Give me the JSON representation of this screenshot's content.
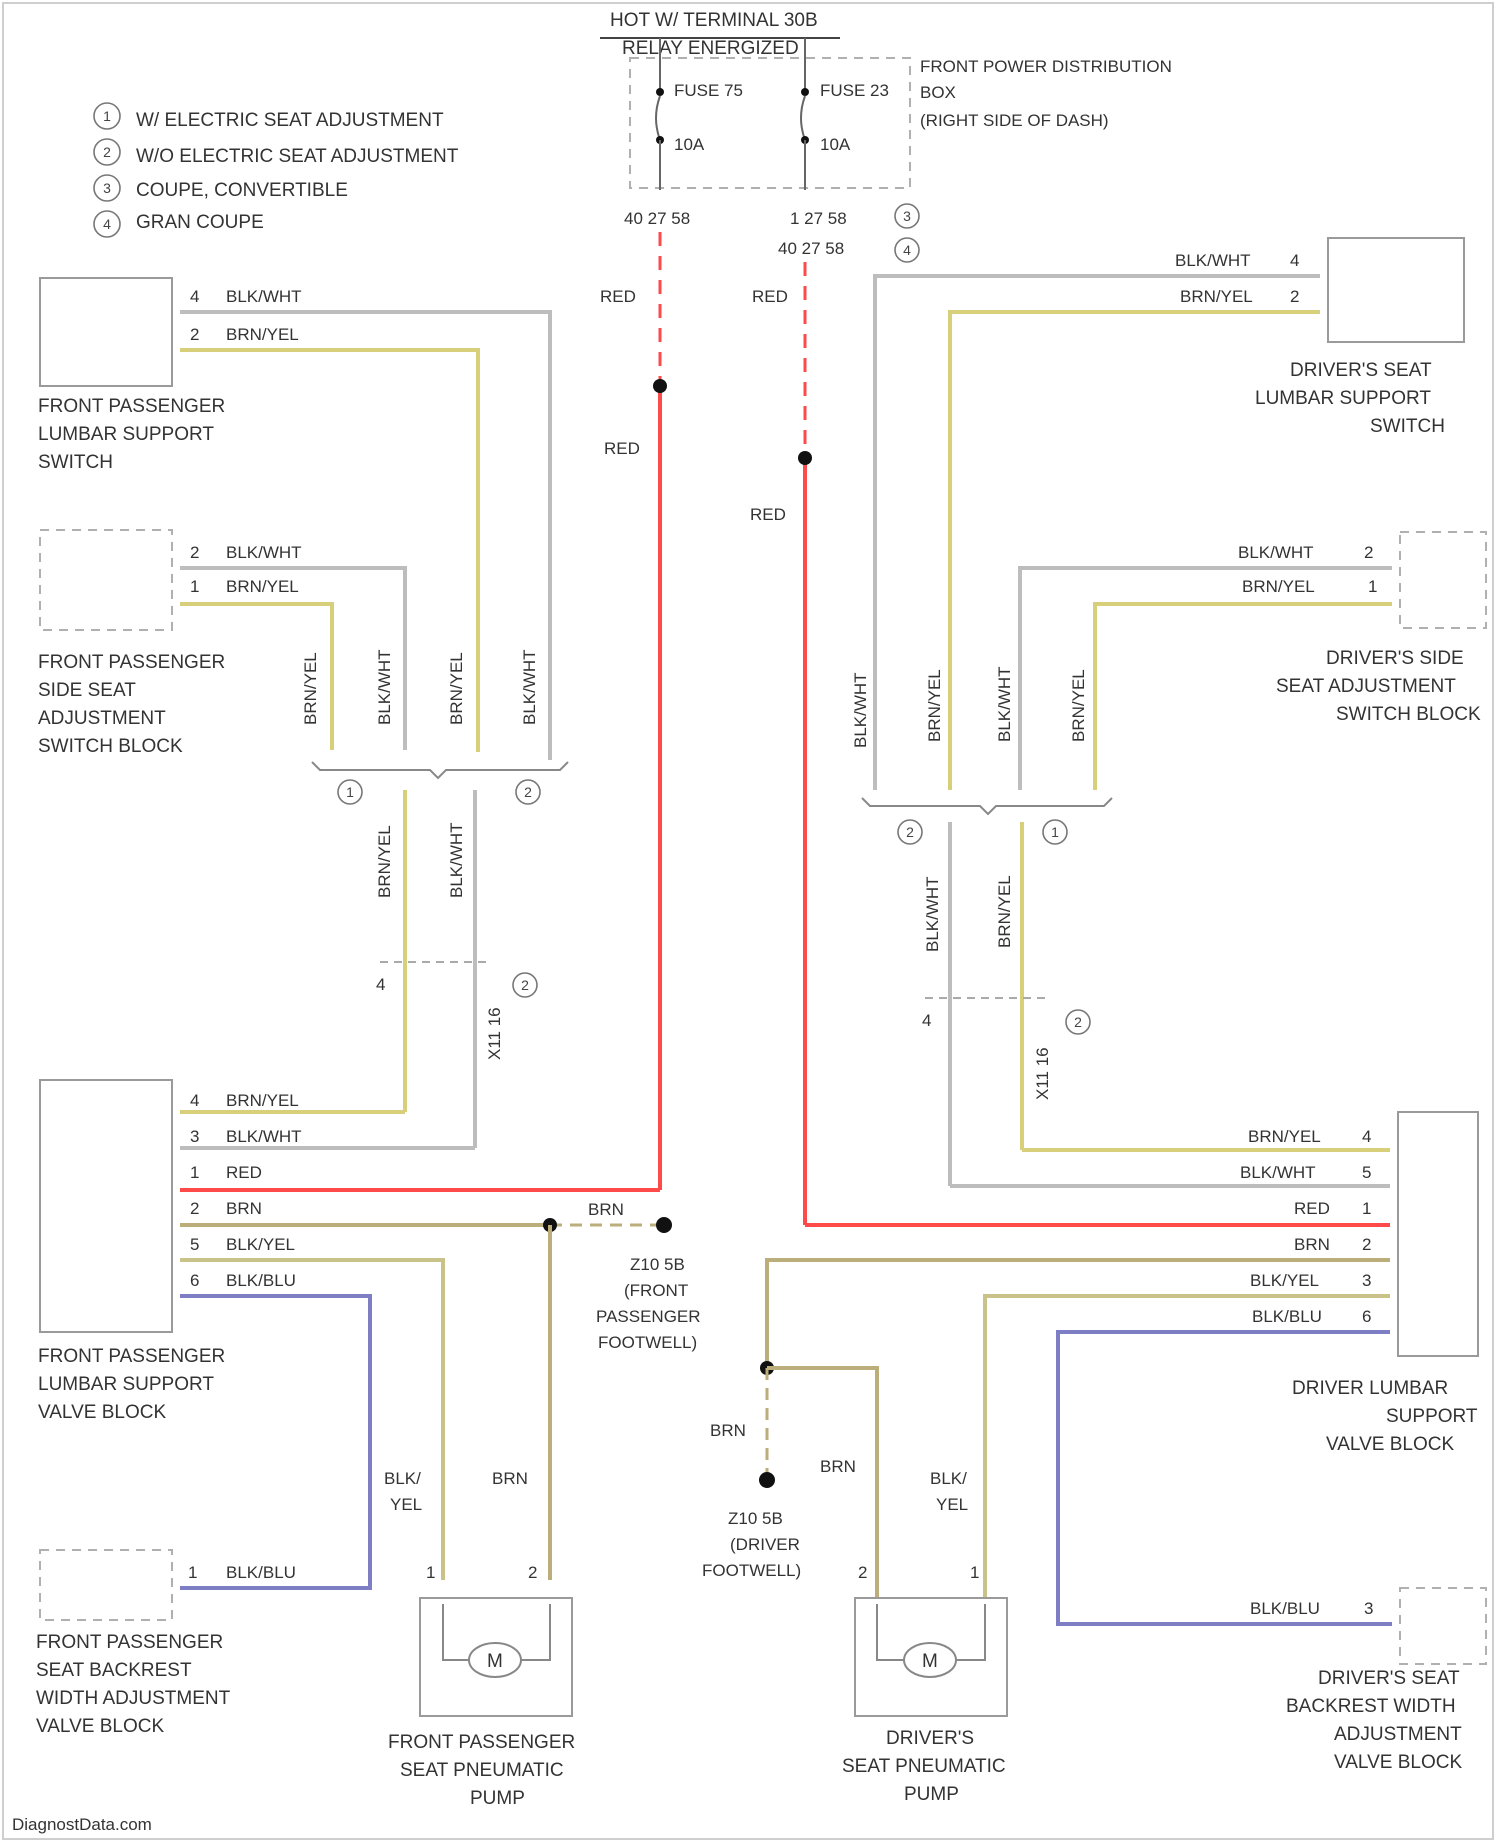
{
  "colors": {
    "red": "#ff4a4a",
    "brn_yel": "#d8cf7a",
    "blk_wht": "#bdbdbd",
    "brn": "#bcae7a",
    "blk_yel": "#c9c38a",
    "blk_blu": "#7e7ec4",
    "component_outline": "#9a9a9a"
  },
  "header": {
    "power_line1": "HOT W/ TERMINAL 30B",
    "power_line2": "RELAY ENERGIZED",
    "fuse_a": "FUSE 75",
    "fuse_b": "FUSE 23",
    "fuse_a_amp": "10A",
    "fuse_b_amp": "10A",
    "fuse_a_pins": "40 27 58",
    "fuse_b_pins_1": "1 27 58",
    "fuse_b_pins_2": "40 27 58",
    "distribution_line1": "FRONT POWER DISTRIBUTION",
    "distribution_line2": "BOX",
    "distribution_line3": "(RIGHT SIDE OF DASH)"
  },
  "legend": [
    {
      "num": "1",
      "text": "W/ ELECTRIC SEAT ADJUSTMENT"
    },
    {
      "num": "2",
      "text": "W/O ELECTRIC SEAT ADJUSTMENT"
    },
    {
      "num": "3",
      "text": "COUPE, CONVERTIBLE"
    },
    {
      "num": "4",
      "text": "GRAN COUPE"
    }
  ],
  "components": {
    "fp_lumbar_switch": [
      "FRONT PASSENGER",
      "LUMBAR SUPPORT",
      "SWITCH"
    ],
    "fp_side_switch": [
      "FRONT PASSENGER",
      "SIDE SEAT",
      "ADJUSTMENT",
      "SWITCH BLOCK"
    ],
    "fp_valve": [
      "FRONT PASSENGER",
      "LUMBAR SUPPORT",
      "VALVE BLOCK"
    ],
    "fp_backrest": [
      "FRONT PASSENGER",
      "SEAT BACKREST",
      "WIDTH ADJUSTMENT",
      "VALVE BLOCK"
    ],
    "fp_pump": [
      "FRONT PASSENGER",
      "SEAT PNEUMATIC",
      "PUMP"
    ],
    "dr_lumbar_switch": [
      "DRIVER'S SEAT",
      "LUMBAR SUPPORT",
      "SWITCH"
    ],
    "dr_side_switch": [
      "DRIVER'S SIDE",
      "SEAT ADJUSTMENT",
      "SWITCH BLOCK"
    ],
    "dr_valve": [
      "DRIVER LUMBAR",
      "SUPPORT",
      "VALVE BLOCK"
    ],
    "dr_backrest": [
      "DRIVER'S SEAT",
      "BACKREST WIDTH",
      "ADJUSTMENT",
      "VALVE BLOCK"
    ],
    "dr_pump": [
      "DRIVER'S",
      "SEAT PNEUMATIC",
      "PUMP"
    ],
    "ground_fp": [
      "Z10 5B",
      "(FRONT",
      "PASSENGER",
      "FOOTWELL)"
    ],
    "ground_dr": [
      "Z10 5B",
      "(DRIVER",
      "FOOTWELL)"
    ],
    "motor": "M"
  },
  "wire_labels": {
    "red": "RED",
    "blk_wht": "BLK/WHT",
    "brn_yel": "BRN/YEL",
    "brn": "BRN",
    "blk_yel": "BLK/YEL",
    "blk_blu": "BLK/BLU",
    "blk": "BLK/",
    "yel": "YEL",
    "x11_conn": "X11 16"
  },
  "pins": {
    "p1": "1",
    "p2": "2",
    "p3": "3",
    "p4": "4",
    "p5": "5",
    "p6": "6"
  },
  "footer": {
    "watermark": "DiagnostData.com"
  }
}
